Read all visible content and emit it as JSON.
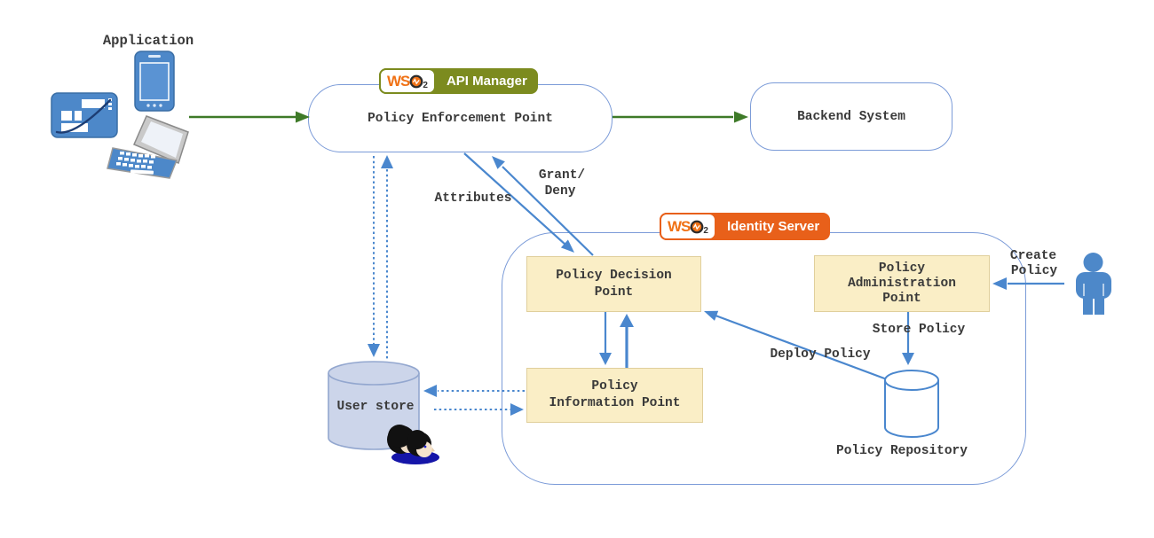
{
  "application_label": "Application",
  "wso2_logo": {
    "ws": "WS",
    "sub": "2"
  },
  "nodes": {
    "pep": {
      "label": "Policy Enforcement Point",
      "product": "API Manager"
    },
    "backend": {
      "label": "Backend System"
    },
    "identity_server": {
      "product": "Identity Server"
    },
    "pdp": {
      "lines": [
        "Policy Decision",
        "Point"
      ]
    },
    "pap": {
      "lines": [
        "Policy",
        "Administration",
        "Point"
      ]
    },
    "pip": {
      "lines": [
        "Policy",
        "Information Point"
      ]
    },
    "user_store": {
      "label": "User store"
    },
    "policy_repository": {
      "label": "Policy Repository"
    }
  },
  "edges": {
    "attributes": "Attributes",
    "grant_deny": [
      "Grant/",
      "Deny"
    ],
    "create_policy": [
      "Create",
      "Policy"
    ],
    "store_policy": "Store Policy",
    "deploy_policy": "Deploy Policy"
  },
  "icons": {
    "application_devices": [
      "tablet-icon",
      "smartphone-icon",
      "laptop-icon"
    ],
    "user_store": "users-icon",
    "user_store_shape": "database-cylinder",
    "policy_repository_shape": "database-cylinder",
    "create_policy_actor": "person-icon",
    "brand": "wso2-logo"
  },
  "colors": {
    "blue": "#4a87ce",
    "light_blue_border": "#7b9bd8",
    "green": "#3e7a28",
    "olive": "#7c8b1f",
    "orange": "#e8601a",
    "logo_orange": "#f07216",
    "yellow_fill": "#faeec6",
    "yellow_border": "#e0cf9c",
    "userstore_fill": "#ccd5ea",
    "userstore_border": "#93a7cf",
    "text": "#3a3a3a",
    "icon_blue": "#4d88c9"
  }
}
